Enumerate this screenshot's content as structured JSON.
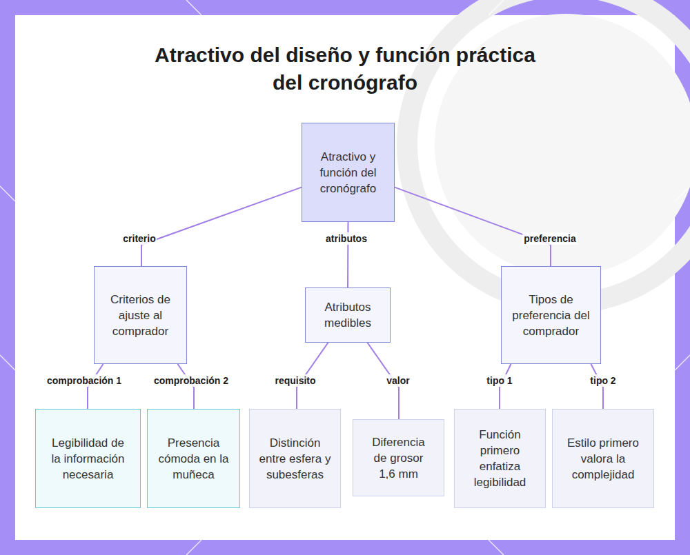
{
  "diagram": {
    "title": "Atractivo del diseño y función práctica del cronógrafo",
    "nodes": [
      {
        "text": [
          "Atractivo y función del cronógrafo"
        ]
      },
      {
        "text": [
          "Criterios de ajuste al comprador"
        ]
      },
      {
        "text": [
          "Atributos medibles"
        ]
      },
      {
        "text": [
          "Tipos de preferencia del comprador"
        ]
      },
      {
        "text": [
          "Legibilidad de la información necesaria"
        ]
      },
      {
        "text": [
          "Presencia cómoda en la muñeca"
        ]
      },
      {
        "text": [
          "Distinción entre esfera y subesferas"
        ]
      },
      {
        "text": [
          "Diferencia de grosor 1,6 mm"
        ]
      },
      {
        "text": [
          "Función primero enfatiza legibilidad"
        ]
      },
      {
        "text": [
          "Estilo primero valora la complejidad"
        ]
      }
    ],
    "edges": [
      {
        "from": 0,
        "to": 1,
        "arrow": "none",
        "label": "criterio"
      },
      {
        "from": 0,
        "to": 2,
        "arrow": "none",
        "label": "atributos"
      },
      {
        "from": 0,
        "to": 3,
        "arrow": "none",
        "label": "preferencia"
      },
      {
        "from": 1,
        "to": 4,
        "arrow": "none",
        "label": "comprobación 1"
      },
      {
        "from": 1,
        "to": 5,
        "arrow": "none",
        "label": "comprobación 2"
      },
      {
        "from": 2,
        "to": 6,
        "arrow": "none",
        "label": "requisito"
      },
      {
        "from": 2,
        "to": 7,
        "arrow": "none",
        "label": "valor"
      },
      {
        "from": 3,
        "to": 8,
        "arrow": "none",
        "label": "tipo 1"
      },
      {
        "from": 3,
        "to": 9,
        "arrow": "none",
        "label": "tipo 2"
      }
    ]
  }
}
